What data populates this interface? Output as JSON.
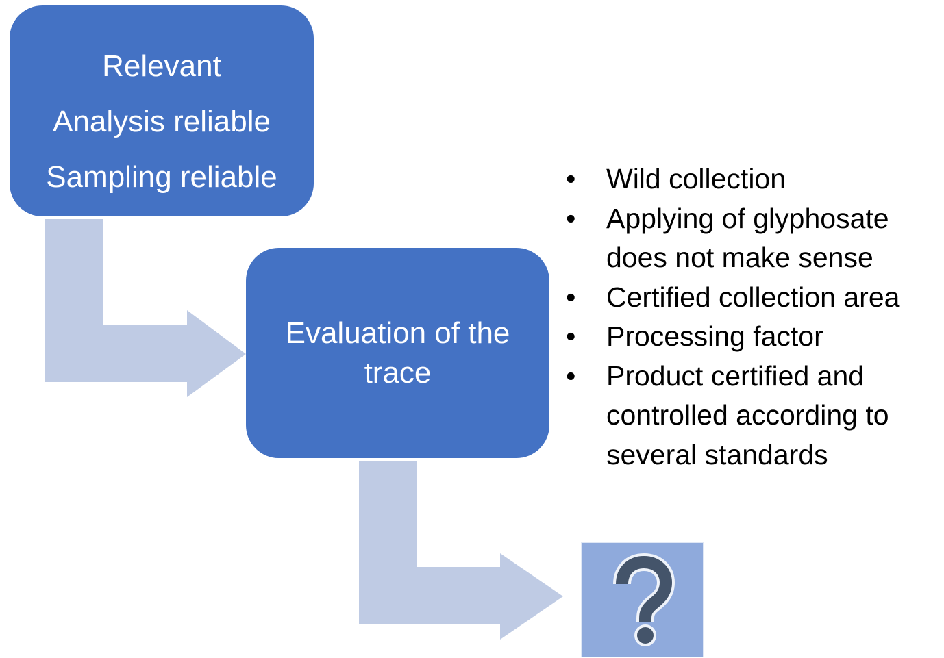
{
  "box_top": {
    "lines": [
      "Relevant",
      "Analysis reliable",
      "Sampling reliable"
    ]
  },
  "box_middle": {
    "text": "Evaluation of the trace"
  },
  "box_bottom": {
    "symbol": "question-mark-icon"
  },
  "bullets": [
    "Wild collection",
    "Applying of glyphosate does not make sense",
    "Certified collection area",
    "Processing factor",
    "Product certified and controlled according to several standards"
  ],
  "colors": {
    "box_fill": "#4472c4",
    "arrow_fill": "#bfcbe4",
    "question_box_fill": "#8faadc",
    "question_mark": "#44546a"
  }
}
